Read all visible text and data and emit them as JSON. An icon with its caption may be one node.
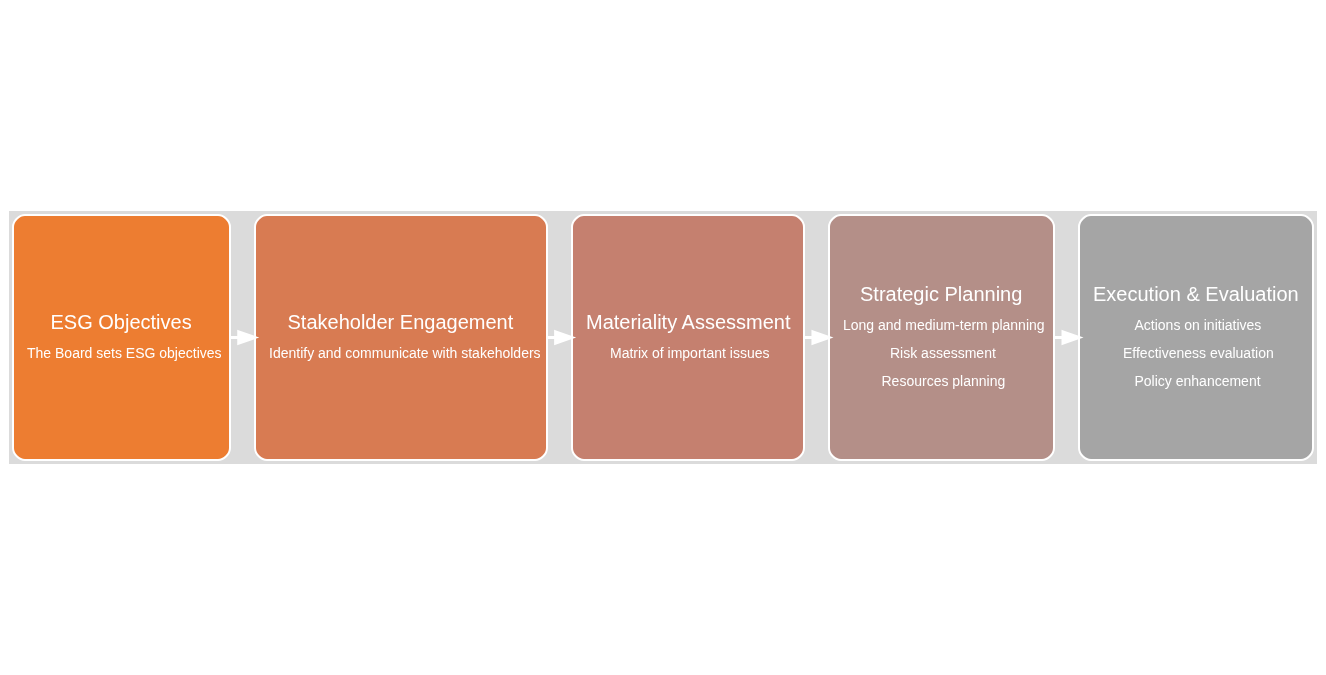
{
  "diagram": {
    "nodes": [
      {
        "text": [
          "ESG Objectives",
          "The Board sets ESG objectives"
        ]
      },
      {
        "text": [
          "Stakeholder Engagement",
          "Identify and communicate with stakeholders"
        ]
      },
      {
        "text": [
          "Materiality Assessment",
          "Matrix of important issues"
        ]
      },
      {
        "text": [
          "Strategic Planning",
          "Long and medium-term planning",
          "Risk assessment",
          "Resources planning"
        ]
      },
      {
        "text": [
          "Execution & Evaluation",
          "Actions on initiatives",
          "Effectiveness evaluation",
          "Policy enhancement"
        ]
      }
    ],
    "edges": [
      {
        "from": 0,
        "to": 1,
        "arrow": "to"
      },
      {
        "from": 1,
        "to": 2,
        "arrow": "to"
      },
      {
        "from": 2,
        "to": 3,
        "arrow": "to"
      },
      {
        "from": 3,
        "to": 4,
        "arrow": "to"
      }
    ]
  }
}
